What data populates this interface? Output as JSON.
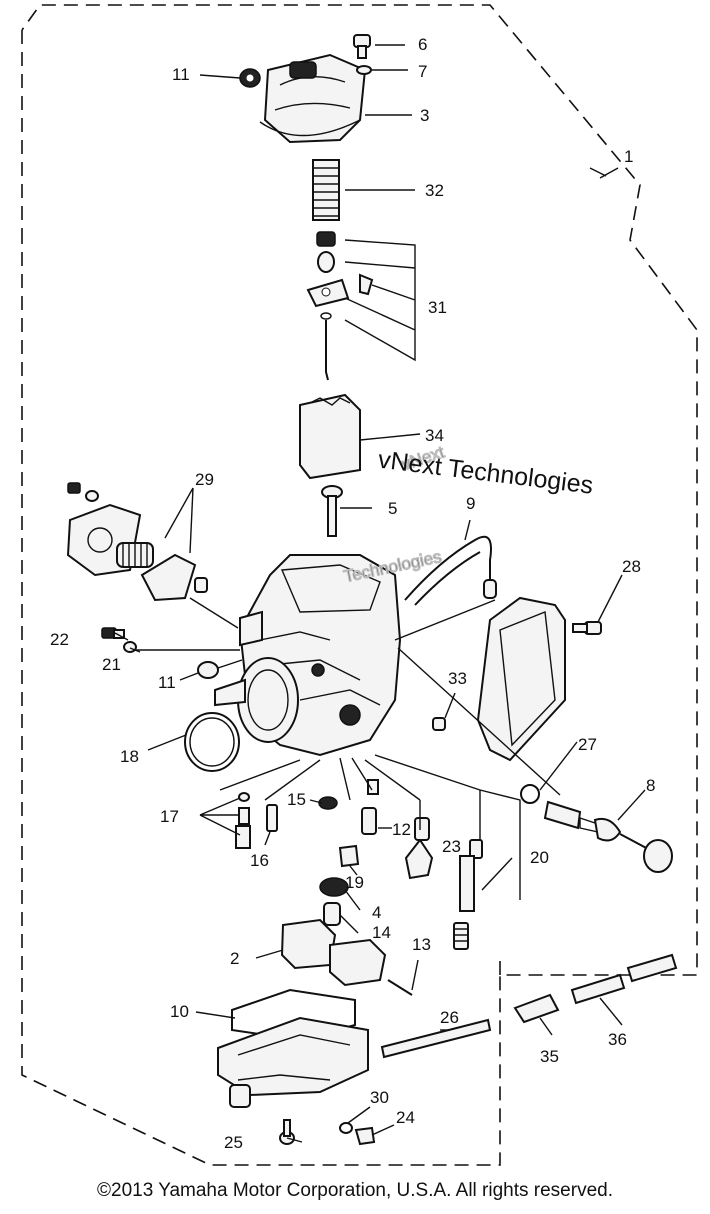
{
  "diagram": {
    "labels": [
      {
        "id": "p1",
        "text": "1"
      },
      {
        "id": "p2",
        "text": "2"
      },
      {
        "id": "p3",
        "text": "3"
      },
      {
        "id": "p4",
        "text": "4"
      },
      {
        "id": "p5",
        "text": "5"
      },
      {
        "id": "p6",
        "text": "6"
      },
      {
        "id": "p7",
        "text": "7"
      },
      {
        "id": "p8",
        "text": "8"
      },
      {
        "id": "p9",
        "text": "9"
      },
      {
        "id": "p10",
        "text": "10"
      },
      {
        "id": "p11a",
        "text": "11"
      },
      {
        "id": "p11b",
        "text": "11"
      },
      {
        "id": "p12",
        "text": "12"
      },
      {
        "id": "p13",
        "text": "13"
      },
      {
        "id": "p14",
        "text": "14"
      },
      {
        "id": "p15",
        "text": "15"
      },
      {
        "id": "p16",
        "text": "16"
      },
      {
        "id": "p17",
        "text": "17"
      },
      {
        "id": "p18",
        "text": "18"
      },
      {
        "id": "p19",
        "text": "19"
      },
      {
        "id": "p20",
        "text": "20"
      },
      {
        "id": "p21",
        "text": "21"
      },
      {
        "id": "p22",
        "text": "22"
      },
      {
        "id": "p23",
        "text": "23"
      },
      {
        "id": "p24",
        "text": "24"
      },
      {
        "id": "p25",
        "text": "25"
      },
      {
        "id": "p26",
        "text": "26"
      },
      {
        "id": "p27",
        "text": "27"
      },
      {
        "id": "p28",
        "text": "28"
      },
      {
        "id": "p29",
        "text": "29"
      },
      {
        "id": "p30",
        "text": "30"
      },
      {
        "id": "p31",
        "text": "31"
      },
      {
        "id": "p32",
        "text": "32"
      },
      {
        "id": "p33",
        "text": "33"
      },
      {
        "id": "p34",
        "text": "34"
      },
      {
        "id": "p35",
        "text": "35"
      },
      {
        "id": "p36",
        "text": "36"
      }
    ],
    "watermark": {
      "line_primary": "vNext Technologies",
      "outline_top": "vNext",
      "outline_bottom": "Technologies"
    }
  },
  "footer": {
    "copyright": "©2013 Yamaha Motor Corporation, U.S.A. All rights reserved."
  }
}
